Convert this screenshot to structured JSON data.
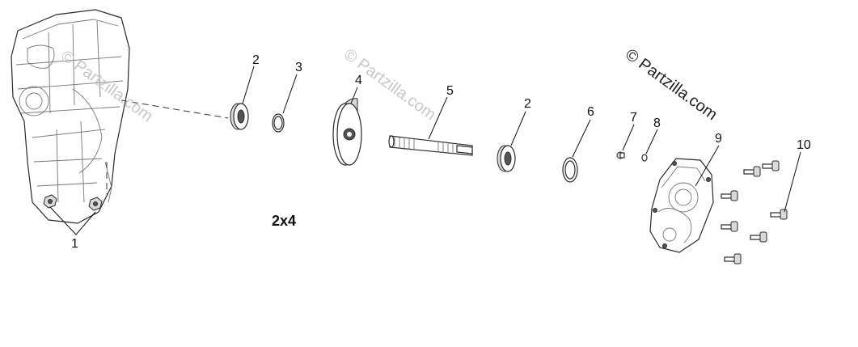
{
  "callouts": {
    "c1": "1",
    "c2a": "2",
    "c3": "3",
    "c4": "4",
    "c5": "5",
    "c2b": "2",
    "c6": "6",
    "c7": "7",
    "c8": "8",
    "c9": "9",
    "c10": "10"
  },
  "caption": "2x4",
  "watermark": {
    "main": "© Partzilla.com",
    "faint1": "© Partzilla.com",
    "faint2": "© Partzilla.com"
  }
}
